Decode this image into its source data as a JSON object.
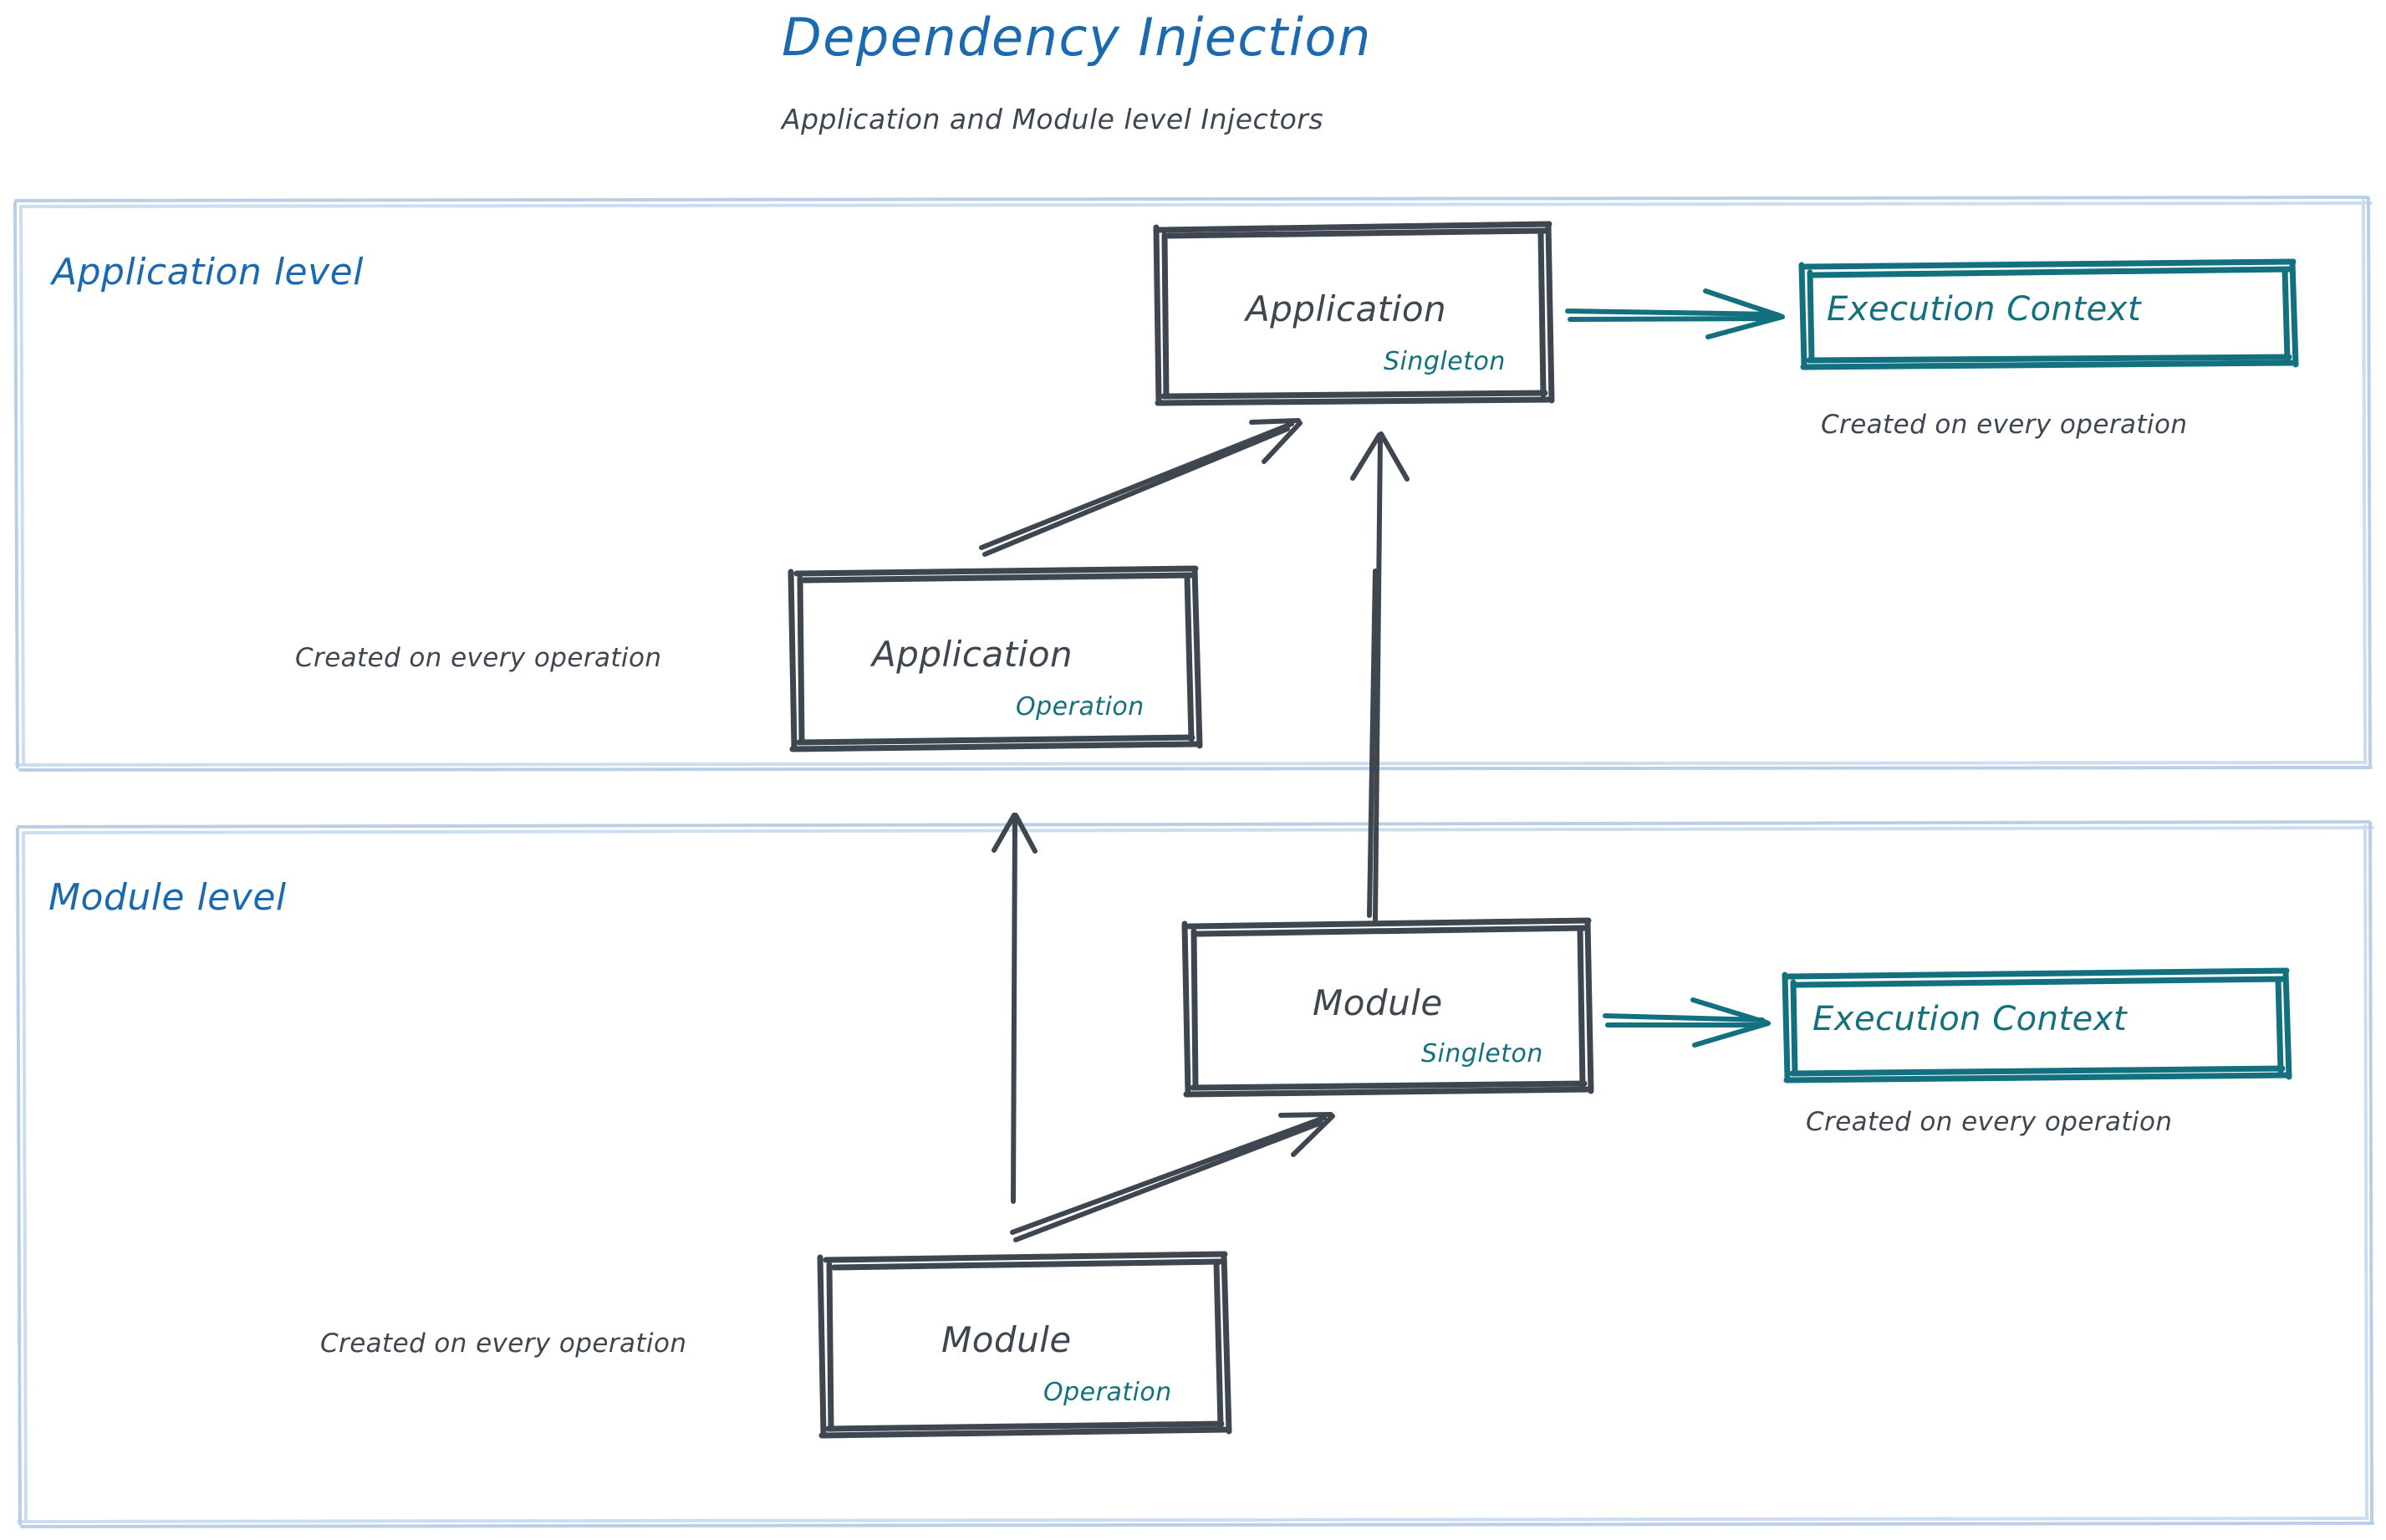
{
  "header": {
    "title": "Dependency Injection",
    "subtitle": "Application and Module level Injectors",
    "title_color": "#1B69B0",
    "subtitle_color": "#3E4650"
  },
  "palette": {
    "ink": "#3E4650",
    "teal": "#12707F",
    "blue": "#1B69B0",
    "container_border": "#B9CFE8",
    "background": "#FFFFFF"
  },
  "sections": [
    {
      "id": "application-level",
      "label": "Application level",
      "nodes": [
        {
          "id": "application-singleton",
          "title": "Application",
          "stereotype": "Singleton",
          "style": "ink-box"
        },
        {
          "id": "application-execution-context",
          "title": "Execution Context",
          "stereotype": "",
          "style": "teal-box",
          "caption": "Created on every operation"
        },
        {
          "id": "application-operation",
          "title": "Application",
          "stereotype": "Operation",
          "style": "ink-box",
          "caption": "Created on every operation"
        }
      ]
    },
    {
      "id": "module-level",
      "label": "Module level",
      "nodes": [
        {
          "id": "module-singleton",
          "title": "Module",
          "stereotype": "Singleton",
          "style": "ink-box"
        },
        {
          "id": "module-execution-context",
          "title": "Execution Context",
          "stereotype": "",
          "style": "teal-box",
          "caption": "Created on every operation"
        },
        {
          "id": "module-operation",
          "title": "Module",
          "stereotype": "Operation",
          "style": "ink-box",
          "caption": "Created on every operation"
        }
      ]
    }
  ],
  "edges": [
    {
      "id": "app-singleton-to-app-ec",
      "from": "application-singleton",
      "to": "application-execution-context",
      "color": "teal",
      "direction": "right"
    },
    {
      "id": "app-operation-to-app-singleton",
      "from": "application-operation",
      "to": "application-singleton",
      "color": "ink",
      "direction": "up-right"
    },
    {
      "id": "module-singleton-to-app-singleton",
      "from": "module-singleton",
      "to": "application-singleton",
      "color": "ink",
      "direction": "up"
    },
    {
      "id": "module-operation-to-app-operation",
      "from": "module-operation",
      "to": "application-operation",
      "color": "ink",
      "direction": "up"
    },
    {
      "id": "module-operation-to-module-singleton",
      "from": "module-operation",
      "to": "module-singleton",
      "color": "ink",
      "direction": "up-right"
    },
    {
      "id": "module-singleton-to-module-ec",
      "from": "module-singleton",
      "to": "module-execution-context",
      "color": "teal",
      "direction": "right"
    }
  ],
  "captions": {
    "app_ec_note": "Created on every operation",
    "app_operation_note": "Created on every operation",
    "module_ec_note": "Created on every operation",
    "module_operation_note": "Created on every operation"
  }
}
